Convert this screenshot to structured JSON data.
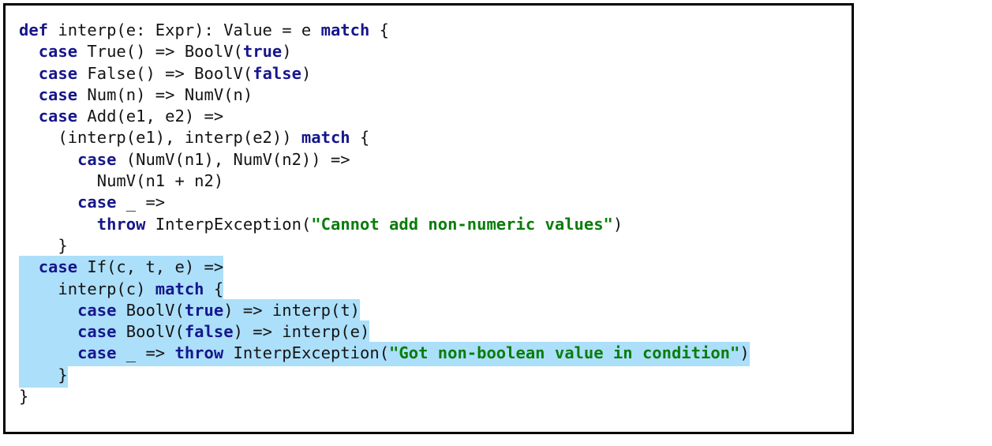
{
  "window": {
    "kind": "code-snippet-figure",
    "background_color": "#ffffff",
    "border_color": "#000000"
  },
  "theme": {
    "plain_color": "#141414",
    "keyword_color": "#16168C",
    "string_color": "#0A7D0A",
    "highlight_color": "#ACDFFA",
    "language": "Scala"
  },
  "code": {
    "language": "Scala",
    "plain_text": "def interp(e: Expr): Value = e match {\n  case True() => BoolV(true)\n  case False() => BoolV(false)\n  case Num(n) => NumV(n)\n  case Add(e1, e2) =>\n    (interp(e1), interp(e2)) match {\n      case (NumV(n1), NumV(n2)) =>\n        NumV(n1 + n2)\n      case _ =>\n        throw InterpException(\"Cannot add non-numeric values\")\n    }\n  case If(c, t, e) =>\n    interp(c) match {\n      case BoolV(true) => interp(t)\n      case BoolV(false) => interp(e)\n      case _ => throw InterpException(\"Got non-boolean value in condition\")\n    }\n}",
    "lines": [
      {
        "selected": false,
        "tokens": [
          {
            "t": "def",
            "k": "keyword"
          },
          {
            "t": " interp(e: Expr): Value = e ",
            "k": "plain"
          },
          {
            "t": "match",
            "k": "keyword"
          },
          {
            "t": " {",
            "k": "plain"
          }
        ]
      },
      {
        "selected": false,
        "tokens": [
          {
            "t": "  ",
            "k": "plain"
          },
          {
            "t": "case",
            "k": "keyword"
          },
          {
            "t": " True() => BoolV(",
            "k": "plain"
          },
          {
            "t": "true",
            "k": "keyword"
          },
          {
            "t": ")",
            "k": "plain"
          }
        ]
      },
      {
        "selected": false,
        "tokens": [
          {
            "t": "  ",
            "k": "plain"
          },
          {
            "t": "case",
            "k": "keyword"
          },
          {
            "t": " False() => BoolV(",
            "k": "plain"
          },
          {
            "t": "false",
            "k": "keyword"
          },
          {
            "t": ")",
            "k": "plain"
          }
        ]
      },
      {
        "selected": false,
        "tokens": [
          {
            "t": "  ",
            "k": "plain"
          },
          {
            "t": "case",
            "k": "keyword"
          },
          {
            "t": " Num(n) => NumV(n)",
            "k": "plain"
          }
        ]
      },
      {
        "selected": false,
        "tokens": [
          {
            "t": "  ",
            "k": "plain"
          },
          {
            "t": "case",
            "k": "keyword"
          },
          {
            "t": " Add(e1, e2) =>",
            "k": "plain"
          }
        ]
      },
      {
        "selected": false,
        "tokens": [
          {
            "t": "    (interp(e1), interp(e2)) ",
            "k": "plain"
          },
          {
            "t": "match",
            "k": "keyword"
          },
          {
            "t": " {",
            "k": "plain"
          }
        ]
      },
      {
        "selected": false,
        "tokens": [
          {
            "t": "      ",
            "k": "plain"
          },
          {
            "t": "case",
            "k": "keyword"
          },
          {
            "t": " (NumV(n1), NumV(n2)) =>",
            "k": "plain"
          }
        ]
      },
      {
        "selected": false,
        "tokens": [
          {
            "t": "        NumV(n1 + n2)",
            "k": "plain"
          }
        ]
      },
      {
        "selected": false,
        "tokens": [
          {
            "t": "      ",
            "k": "plain"
          },
          {
            "t": "case",
            "k": "keyword"
          },
          {
            "t": " _ =>",
            "k": "plain"
          }
        ]
      },
      {
        "selected": false,
        "tokens": [
          {
            "t": "        ",
            "k": "plain"
          },
          {
            "t": "throw",
            "k": "keyword"
          },
          {
            "t": " InterpException(",
            "k": "plain"
          },
          {
            "t": "\"Cannot add non-numeric values\"",
            "k": "string"
          },
          {
            "t": ")",
            "k": "plain"
          }
        ]
      },
      {
        "selected": false,
        "tokens": [
          {
            "t": "    }",
            "k": "plain"
          }
        ]
      },
      {
        "selected": true,
        "tokens": [
          {
            "t": "  ",
            "k": "plain"
          },
          {
            "t": "case",
            "k": "keyword"
          },
          {
            "t": " If(c, t, e) =>",
            "k": "plain"
          }
        ]
      },
      {
        "selected": true,
        "tokens": [
          {
            "t": "    interp(c) ",
            "k": "plain"
          },
          {
            "t": "match",
            "k": "keyword"
          },
          {
            "t": " {",
            "k": "plain"
          }
        ]
      },
      {
        "selected": true,
        "tokens": [
          {
            "t": "      ",
            "k": "plain"
          },
          {
            "t": "case",
            "k": "keyword"
          },
          {
            "t": " BoolV(",
            "k": "plain"
          },
          {
            "t": "true",
            "k": "keyword"
          },
          {
            "t": ") => interp(t)",
            "k": "plain"
          }
        ]
      },
      {
        "selected": true,
        "tokens": [
          {
            "t": "      ",
            "k": "plain"
          },
          {
            "t": "case",
            "k": "keyword"
          },
          {
            "t": " BoolV(",
            "k": "plain"
          },
          {
            "t": "false",
            "k": "keyword"
          },
          {
            "t": ") => interp(e)",
            "k": "plain"
          }
        ]
      },
      {
        "selected": true,
        "tokens": [
          {
            "t": "      ",
            "k": "plain"
          },
          {
            "t": "case",
            "k": "keyword"
          },
          {
            "t": " _ => ",
            "k": "plain"
          },
          {
            "t": "throw",
            "k": "keyword"
          },
          {
            "t": " InterpException(",
            "k": "plain"
          },
          {
            "t": "\"Got non-boolean value in condition\"",
            "k": "string"
          },
          {
            "t": ")",
            "k": "plain"
          }
        ]
      },
      {
        "selected": true,
        "tokens": [
          {
            "t": "    }",
            "k": "plain"
          }
        ]
      },
      {
        "selected": false,
        "tokens": [
          {
            "t": "}",
            "k": "plain"
          }
        ]
      }
    ]
  }
}
